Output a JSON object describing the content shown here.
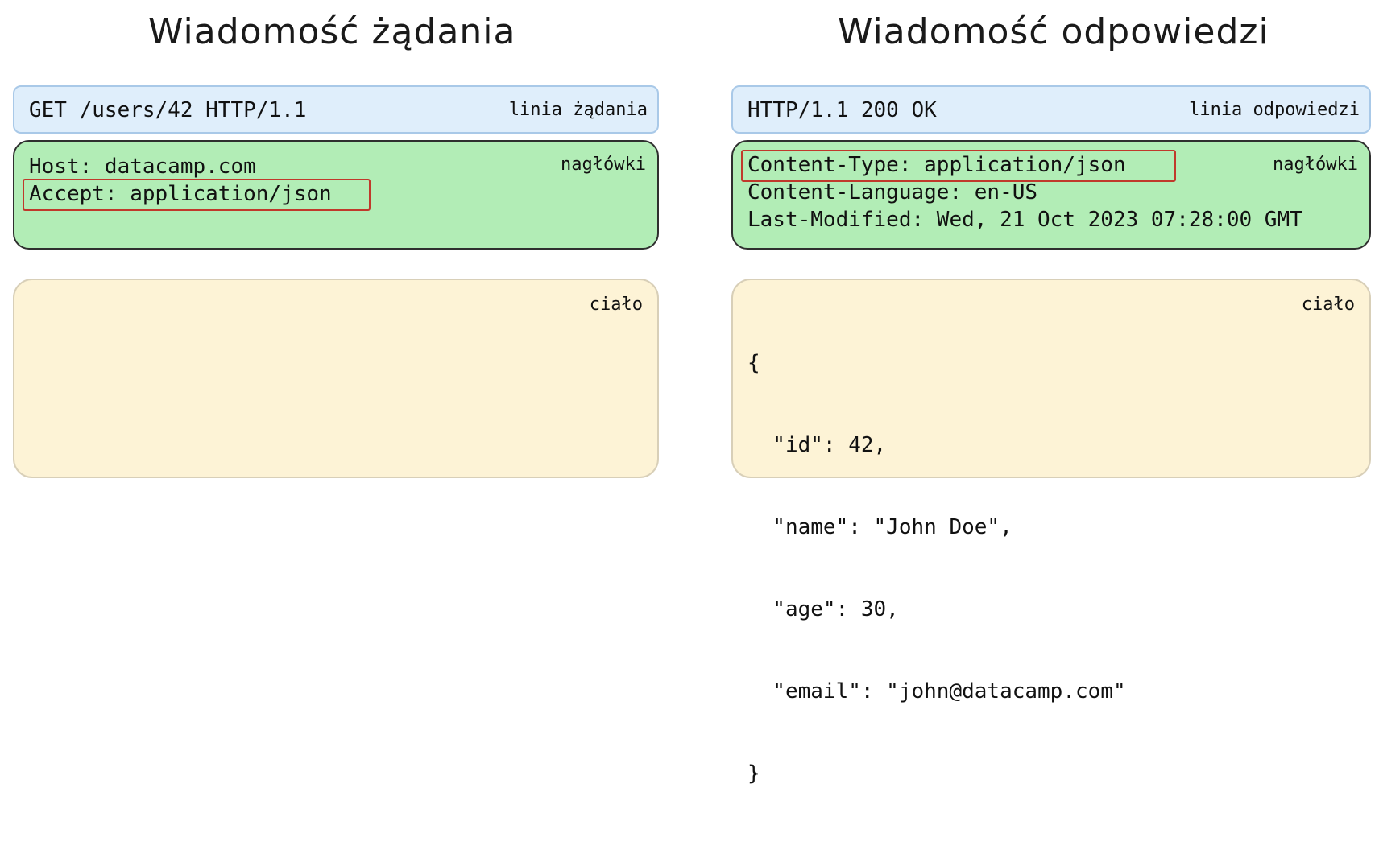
{
  "request": {
    "title": "Wiadomość żądania",
    "request_line": "GET /users/42 HTTP/1.1",
    "request_line_tag": "linia żądania",
    "headers_tag": "nagłówki",
    "headers": [
      "Host: datacamp.com",
      "Accept: application/json"
    ],
    "body_tag": "ciało"
  },
  "response": {
    "title": "Wiadomość odpowiedzi",
    "status_line": "HTTP/1.1 200 OK",
    "status_line_tag": "linia odpowiedzi",
    "headers_tag": "nagłówki",
    "headers": [
      "Content-Type: application/json",
      "Content-Language: en-US",
      "Last-Modified: Wed, 21 Oct 2023 07:28:00 GMT"
    ],
    "body_tag": "ciało",
    "body_lines": [
      "{",
      "  \"id\": 42,",
      "  \"name\": \"John Doe\",",
      "  \"age\": 30,",
      "  \"email\": \"john@datacamp.com\"",
      "}"
    ]
  },
  "colors": {
    "start_line": "#dfeefb",
    "headers": "#b2edb6",
    "body": "#fdf3d6",
    "highlight": "#c0392b"
  }
}
